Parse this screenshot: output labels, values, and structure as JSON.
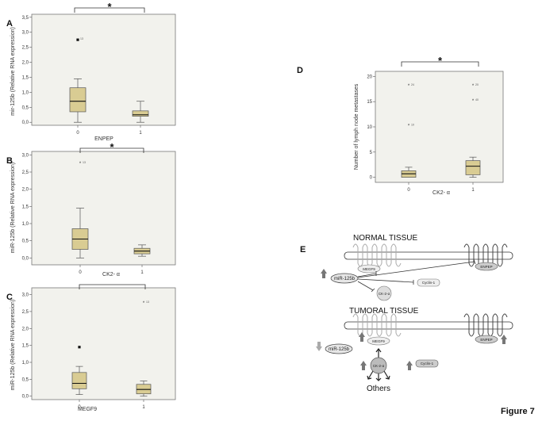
{
  "figure_label": "Figure 7",
  "chart_data": [
    {
      "panel": "A",
      "type": "boxplot",
      "ylabel": "mir-125b (Relative RNA expression)",
      "xlabel": "ENPEP",
      "categories": [
        "0",
        "1"
      ],
      "yticks": [
        "0,0",
        "0,5",
        "1,0",
        "1,5",
        "2,0",
        "2,5",
        "3,0",
        "3,5"
      ],
      "ylim": [
        -0.1,
        3.6
      ],
      "boxes": [
        {
          "min": 0.0,
          "q1": 0.35,
          "median": 0.7,
          "q3": 1.15,
          "max": 1.45
        },
        {
          "min": 0.0,
          "q1": 0.2,
          "median": 0.25,
          "q3": 0.38,
          "max": 0.7
        }
      ],
      "outliers": [
        {
          "cat": 0,
          "y": 2.75,
          "label": "13",
          "style": "dot"
        }
      ],
      "significance": "*"
    },
    {
      "panel": "B",
      "type": "boxplot",
      "ylabel": "miR-125b (Relative RNA expression)",
      "xlabel": "CK2- α",
      "categories": [
        "0",
        "1"
      ],
      "yticks": [
        "0,0",
        "0,5",
        "1,0",
        "1,5",
        "2,0",
        "2,5",
        "3,0"
      ],
      "ylim": [
        -0.2,
        3.1
      ],
      "boxes": [
        {
          "min": 0.0,
          "q1": 0.25,
          "median": 0.55,
          "q3": 0.85,
          "max": 1.45
        },
        {
          "min": 0.05,
          "q1": 0.12,
          "median": 0.2,
          "q3": 0.28,
          "max": 0.38
        }
      ],
      "outliers": [
        {
          "cat": 0,
          "y": 2.75,
          "label": "13",
          "style": "star"
        }
      ],
      "significance": "*"
    },
    {
      "panel": "C",
      "type": "boxplot",
      "ylabel": "miR-125b (Relative RNA expression)",
      "xlabel": "MEGF9",
      "categories": [
        "0",
        "1"
      ],
      "yticks": [
        "0,0",
        "0,5",
        "1,0",
        "1,5",
        "2,0",
        "2,5",
        "3,0"
      ],
      "ylim": [
        -0.1,
        3.2
      ],
      "boxes": [
        {
          "min": 0.05,
          "q1": 0.22,
          "median": 0.38,
          "q3": 0.7,
          "max": 0.88
        },
        {
          "min": 0.0,
          "q1": 0.07,
          "median": 0.2,
          "q3": 0.35,
          "max": 0.45
        }
      ],
      "outliers": [
        {
          "cat": 0,
          "y": 1.45,
          "label": "",
          "style": "dot"
        },
        {
          "cat": 1,
          "y": 2.75,
          "label": "13",
          "style": "star"
        }
      ],
      "significance": ""
    },
    {
      "panel": "D",
      "type": "boxplot",
      "ylabel": "Number of lymph node metastases",
      "xlabel": "CK2- α",
      "categories": [
        "0",
        "1"
      ],
      "yticks": [
        "0",
        "5",
        "10",
        "15",
        "20"
      ],
      "ylim": [
        -1,
        21
      ],
      "boxes": [
        {
          "min": 0,
          "q1": 0,
          "median": 0.7,
          "q3": 1.3,
          "max": 2
        },
        {
          "min": 0,
          "q1": 0.5,
          "median": 2.2,
          "q3": 3.3,
          "max": 4
        }
      ],
      "outliers": [
        {
          "cat": 0,
          "y": 18.2,
          "label": "24",
          "style": "star"
        },
        {
          "cat": 0,
          "y": 10.2,
          "label": "10",
          "style": "star"
        },
        {
          "cat": 1,
          "y": 18.2,
          "label": "20",
          "style": "star"
        },
        {
          "cat": 1,
          "y": 15.2,
          "label": "40",
          "style": "star"
        }
      ],
      "significance": "*"
    }
  ],
  "diagram": {
    "panel": "E",
    "normal_title": "NORMAL TISSUE",
    "tumoral_title": "TUMORAL TISSUE",
    "mir": "miR-125b",
    "megf9": "MEGF9",
    "enpep": "ENPEP",
    "ck2": "CK-2-α",
    "cyclin": "Cyclin-1",
    "others": "Others"
  }
}
